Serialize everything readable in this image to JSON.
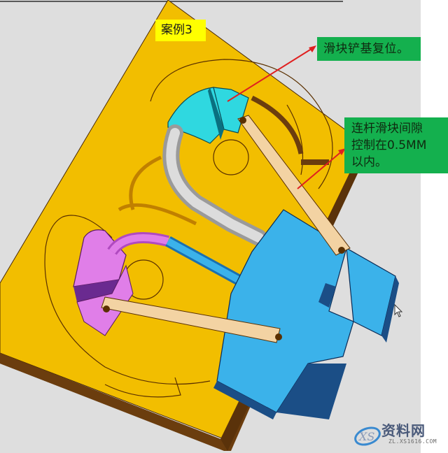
{
  "case_label": "案例3",
  "callouts": [
    {
      "id": "slider-reset",
      "lines": [
        "滑块铲基复位。"
      ]
    },
    {
      "id": "link-clearance",
      "lines": [
        "连杆滑块间隙",
        "控制在0.5MM",
        "以内。"
      ]
    }
  ],
  "watermark": {
    "logo_text": "XS",
    "title": "资料网",
    "url": "ZL.XS1616.COM"
  },
  "colors": {
    "background": "#dedede",
    "plate_top": "#f2be00",
    "plate_side": "#6b3d0e",
    "slider_block": "#3bb2ea",
    "slider_block_dark": "#1b4e86",
    "upper_slider": "#2fd8e0",
    "lower_slider": "#e07ee8",
    "link_arm": "#f3d3a3",
    "callout_bg": "#14b04e",
    "case_label_bg": "#ffff00",
    "arrow": "#e02020"
  }
}
